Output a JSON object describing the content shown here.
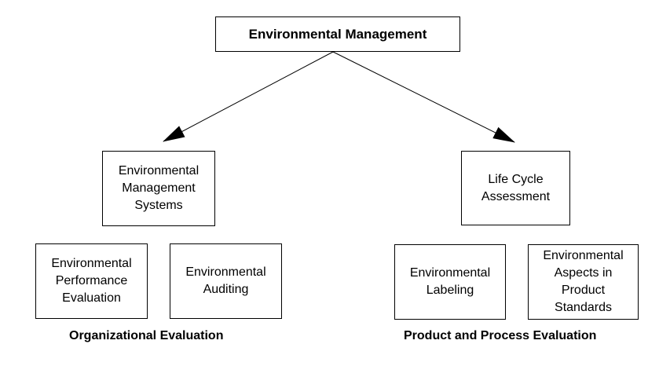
{
  "diagram": {
    "root": {
      "label": "Environmental Management"
    },
    "branches": [
      {
        "label": "Environmental\nManagement\nSystems",
        "children": [
          {
            "label": "Environmental\nPerformance\nEvaluation"
          },
          {
            "label": "Environmental\nAuditing"
          }
        ],
        "group_label": "Organizational Evaluation"
      },
      {
        "label": "Life Cycle\nAssessment",
        "children": [
          {
            "label": "Environmental\nLabeling"
          },
          {
            "label": "Environmental\nAspects in\nProduct\nStandards"
          }
        ],
        "group_label": "Product and Process Evaluation"
      }
    ],
    "colors": {
      "stroke": "#000000",
      "fill": "#ffffff"
    }
  }
}
